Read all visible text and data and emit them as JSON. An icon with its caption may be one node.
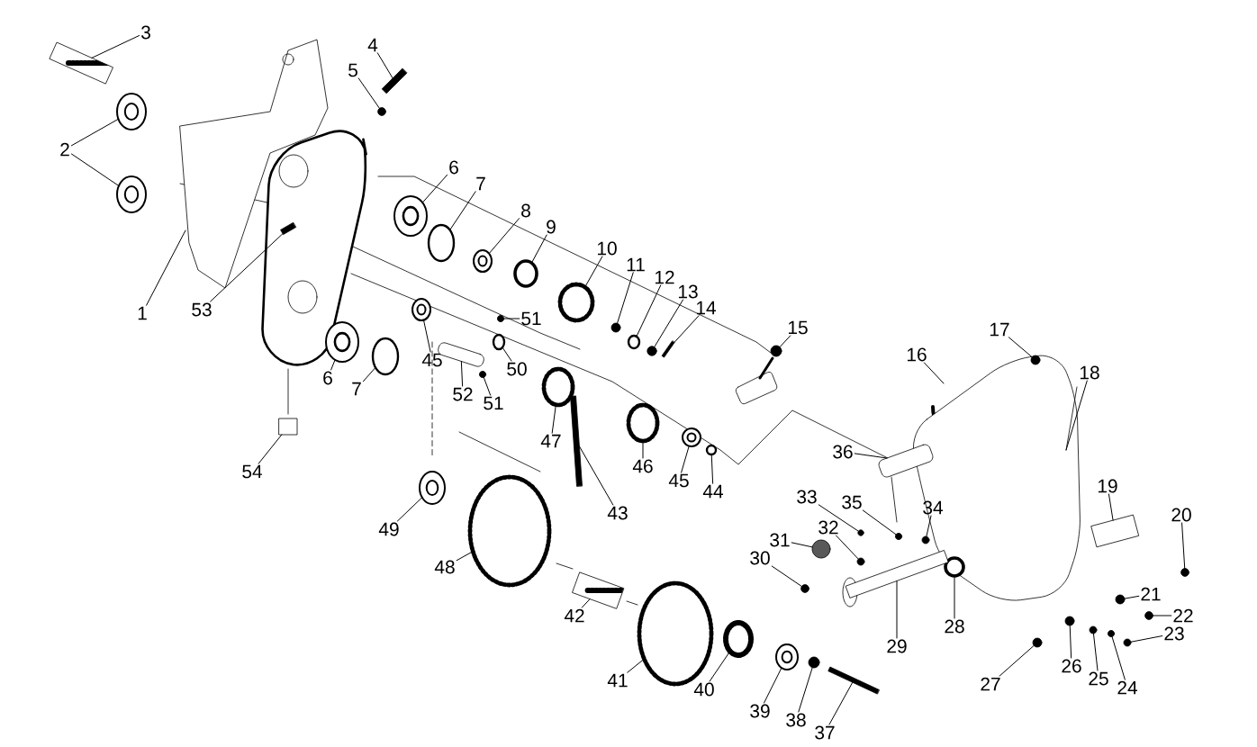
{
  "diagram": {
    "nodes": [
      {
        "text": [
          "3"
        ]
      },
      {
        "text": [
          "4"
        ]
      },
      {
        "text": [
          "5"
        ]
      },
      {
        "text": [
          "2"
        ]
      },
      {
        "text": [
          "6"
        ]
      },
      {
        "text": [
          "7"
        ]
      },
      {
        "text": [
          "8"
        ]
      },
      {
        "text": [
          "9"
        ]
      },
      {
        "text": [
          "10"
        ]
      },
      {
        "text": [
          "11"
        ]
      },
      {
        "text": [
          "12"
        ]
      },
      {
        "text": [
          "13"
        ]
      },
      {
        "text": [
          "14"
        ]
      },
      {
        "text": [
          "1"
        ]
      },
      {
        "text": [
          "53"
        ]
      },
      {
        "text": [
          "51"
        ]
      },
      {
        "text": [
          "15"
        ]
      },
      {
        "text": [
          "17"
        ]
      },
      {
        "text": [
          "16"
        ]
      },
      {
        "text": [
          "45"
        ]
      },
      {
        "text": [
          "50"
        ]
      },
      {
        "text": [
          "18"
        ]
      },
      {
        "text": [
          "6"
        ]
      },
      {
        "text": [
          "7"
        ]
      },
      {
        "text": [
          "52"
        ]
      },
      {
        "text": [
          "51"
        ]
      },
      {
        "text": [
          "47"
        ]
      },
      {
        "text": [
          "36"
        ]
      },
      {
        "text": [
          "46"
        ]
      },
      {
        "text": [
          "54"
        ]
      },
      {
        "text": [
          "45"
        ]
      },
      {
        "text": [
          "19"
        ]
      },
      {
        "text": [
          "44"
        ]
      },
      {
        "text": [
          "33"
        ]
      },
      {
        "text": [
          "35"
        ]
      },
      {
        "text": [
          "34"
        ]
      },
      {
        "text": [
          "43"
        ]
      },
      {
        "text": [
          "20"
        ]
      },
      {
        "text": [
          "32"
        ]
      },
      {
        "text": [
          "49"
        ]
      },
      {
        "text": [
          "31"
        ]
      },
      {
        "text": [
          "30"
        ]
      },
      {
        "text": [
          "48"
        ]
      },
      {
        "text": [
          "21"
        ]
      },
      {
        "text": [
          "42"
        ]
      },
      {
        "text": [
          "22"
        ]
      },
      {
        "text": [
          "28"
        ]
      },
      {
        "text": [
          "23"
        ]
      },
      {
        "text": [
          "29"
        ]
      },
      {
        "text": [
          "26"
        ]
      },
      {
        "text": [
          "25"
        ]
      },
      {
        "text": [
          "41"
        ]
      },
      {
        "text": [
          "27"
        ]
      },
      {
        "text": [
          "24"
        ]
      },
      {
        "text": [
          "40"
        ]
      },
      {
        "text": [
          "39"
        ]
      },
      {
        "text": [
          "38"
        ]
      },
      {
        "text": [
          "37"
        ]
      },
      {
        "text": [],
        "shape": "cylinder"
      },
      {
        "text": [],
        "shape": "bar"
      },
      {
        "text": [],
        "shape": "circle"
      },
      {
        "text": [],
        "shape": "circle"
      },
      {
        "text": [],
        "shape": "circle"
      },
      {
        "text": [],
        "shape": "circle"
      },
      {
        "text": [],
        "shape": "circle"
      },
      {
        "text": [],
        "shape": "circle"
      },
      {
        "text": [],
        "shape": "circle"
      },
      {
        "text": [],
        "shape": "circle"
      },
      {
        "text": [],
        "shape": "circle"
      },
      {
        "text": [],
        "shape": "circle"
      },
      {
        "text": [],
        "shape": "circle"
      },
      {
        "text": [],
        "shape": "bar"
      },
      {
        "text": [],
        "shape": "bar"
      },
      {
        "text": [],
        "shape": "circle"
      },
      {
        "text": [],
        "shape": "circle"
      },
      {
        "text": [],
        "shape": "circle"
      },
      {
        "text": [],
        "shape": "circle"
      },
      {
        "text": [],
        "shape": "circle"
      },
      {
        "text": [],
        "shape": "circle"
      },
      {
        "text": [],
        "shape": "circle"
      },
      {
        "text": [],
        "shape": "cylinder"
      },
      {
        "text": [],
        "shape": "circle"
      },
      {
        "text": [],
        "shape": "circle"
      },
      {
        "text": [],
        "shape": "cylinder"
      },
      {
        "text": [],
        "shape": "circle"
      },
      {
        "text": [],
        "shape": "box"
      },
      {
        "text": [],
        "shape": "circle"
      },
      {
        "text": [],
        "shape": "box"
      },
      {
        "text": [],
        "shape": "circle"
      },
      {
        "text": [],
        "shape": "circle"
      },
      {
        "text": [],
        "shape": "circle"
      },
      {
        "text": [],
        "shape": "circle"
      },
      {
        "text": [],
        "shape": "bar"
      },
      {
        "text": [],
        "shape": "circle"
      },
      {
        "text": [],
        "shape": "circle"
      },
      {
        "text": [],
        "shape": "circle"
      },
      {
        "text": [],
        "shape": "circle"
      },
      {
        "text": [],
        "shape": "circle"
      },
      {
        "text": [],
        "shape": "circle"
      },
      {
        "text": [],
        "shape": "circle"
      },
      {
        "text": [],
        "shape": "cylinder"
      },
      {
        "text": [],
        "shape": "circle"
      },
      {
        "text": [],
        "shape": "circle"
      },
      {
        "text": [],
        "shape": "circle"
      },
      {
        "text": [],
        "shape": "box"
      },
      {
        "text": [],
        "shape": "circle"
      },
      {
        "text": [],
        "shape": "circle"
      },
      {
        "text": [],
        "shape": "circle"
      },
      {
        "text": [],
        "shape": "circle"
      },
      {
        "text": [],
        "shape": "circle"
      },
      {
        "text": [],
        "shape": "circle"
      },
      {
        "text": [],
        "shape": "circle"
      },
      {
        "text": [],
        "shape": "circle"
      },
      {
        "text": [],
        "shape": "bar"
      }
    ],
    "edges": [
      {
        "from": 0,
        "to": 58,
        "arrow": "none"
      },
      {
        "from": 1,
        "to": 59,
        "arrow": "none"
      },
      {
        "from": 2,
        "to": 60,
        "arrow": "none"
      },
      {
        "from": 3,
        "to": 61,
        "arrow": "none"
      },
      {
        "from": 3,
        "to": 62,
        "arrow": "none"
      },
      {
        "from": 4,
        "to": 63,
        "arrow": "none"
      },
      {
        "from": 5,
        "to": 64,
        "arrow": "none"
      },
      {
        "from": 6,
        "to": 65,
        "arrow": "none"
      },
      {
        "from": 7,
        "to": 66,
        "arrow": "none"
      },
      {
        "from": 8,
        "to": 67,
        "arrow": "none"
      },
      {
        "from": 9,
        "to": 68,
        "arrow": "none"
      },
      {
        "from": 10,
        "to": 69,
        "arrow": "none"
      },
      {
        "from": 11,
        "to": 70,
        "arrow": "none"
      },
      {
        "from": 12,
        "to": 71,
        "arrow": "none"
      },
      {
        "from": 13,
        "to": null,
        "arrow": "none"
      },
      {
        "from": 14,
        "to": 72,
        "arrow": "none"
      },
      {
        "from": 15,
        "to": 73,
        "arrow": "none"
      },
      {
        "from": 16,
        "to": 74,
        "arrow": "none"
      },
      {
        "from": 17,
        "to": 75,
        "arrow": "none"
      },
      {
        "from": 18,
        "to": null,
        "arrow": "none"
      },
      {
        "from": 19,
        "to": 76,
        "arrow": "none"
      },
      {
        "from": 20,
        "to": 77,
        "arrow": "none"
      },
      {
        "from": 21,
        "to": null,
        "arrow": "none"
      },
      {
        "from": 22,
        "to": 78,
        "arrow": "none"
      },
      {
        "from": 23,
        "to": 79,
        "arrow": "none"
      },
      {
        "from": 24,
        "to": 80,
        "arrow": "none"
      },
      {
        "from": 25,
        "to": 81,
        "arrow": "none"
      },
      {
        "from": 26,
        "to": 82,
        "arrow": "none"
      },
      {
        "from": 27,
        "to": 83,
        "arrow": "none"
      },
      {
        "from": 28,
        "to": 84,
        "arrow": "none"
      },
      {
        "from": 29,
        "to": 85,
        "arrow": "none"
      },
      {
        "from": 30,
        "to": 86,
        "arrow": "none"
      },
      {
        "from": 31,
        "to": 87,
        "arrow": "none"
      },
      {
        "from": 32,
        "to": 88,
        "arrow": "none"
      },
      {
        "from": 33,
        "to": 89,
        "arrow": "none"
      },
      {
        "from": 34,
        "to": 90,
        "arrow": "none"
      },
      {
        "from": 35,
        "to": 91,
        "arrow": "none"
      },
      {
        "from": 36,
        "to": 92,
        "arrow": "none"
      },
      {
        "from": 37,
        "to": 93,
        "arrow": "none"
      },
      {
        "from": 38,
        "to": 94,
        "arrow": "none"
      },
      {
        "from": 39,
        "to": 95,
        "arrow": "none"
      },
      {
        "from": 40,
        "to": 96,
        "arrow": "none"
      },
      {
        "from": 41,
        "to": 97,
        "arrow": "none"
      },
      {
        "from": 42,
        "to": 98,
        "arrow": "none"
      },
      {
        "from": 43,
        "to": 99,
        "arrow": "none"
      },
      {
        "from": 44,
        "to": 100,
        "arrow": "none"
      },
      {
        "from": 45,
        "to": 101,
        "arrow": "none"
      },
      {
        "from": 46,
        "to": 102,
        "arrow": "none"
      },
      {
        "from": 47,
        "to": 103,
        "arrow": "none"
      },
      {
        "from": 48,
        "to": 104,
        "arrow": "none"
      },
      {
        "from": 49,
        "to": 105,
        "arrow": "none"
      },
      {
        "from": 50,
        "to": 106,
        "arrow": "none"
      },
      {
        "from": 51,
        "to": 107,
        "arrow": "none"
      },
      {
        "from": 52,
        "to": 108,
        "arrow": "none"
      },
      {
        "from": 53,
        "to": 109,
        "arrow": "none"
      },
      {
        "from": 54,
        "to": 110,
        "arrow": "none"
      },
      {
        "from": 55,
        "to": 111,
        "arrow": "none"
      },
      {
        "from": 56,
        "to": 112,
        "arrow": "none"
      },
      {
        "from": 57,
        "to": 113,
        "arrow": "none"
      }
    ]
  }
}
